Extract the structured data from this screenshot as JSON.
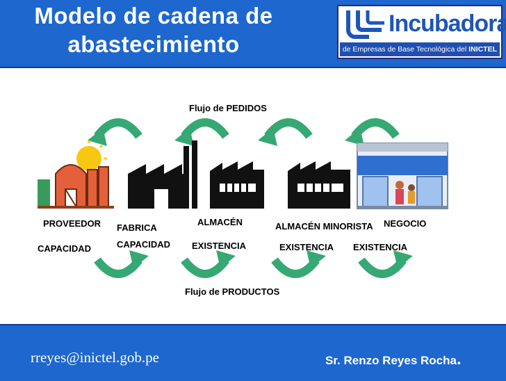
{
  "header": {
    "title_line1": "Modelo de cadena de",
    "title_line2": "abastecimiento",
    "logo_name": "Incubadora",
    "logo_tagline": "de Empresas de Base Tecnológica del",
    "logo_org": "INICTEL"
  },
  "diagram": {
    "flow_orders": "Flujo de PEDIDOS",
    "flow_products": "Flujo de PRODUCTOS",
    "nodes": [
      {
        "name": "PROVEEDOR",
        "measure": "CAPACIDAD"
      },
      {
        "name": "FABRICA",
        "measure": "CAPACIDAD"
      },
      {
        "name": "ALMACÉN",
        "measure": "EXISTENCIA"
      },
      {
        "name": "ALMACÉN MINORISTA",
        "measure": "EXISTENCIA"
      },
      {
        "name": "NEGOCIO",
        "measure": "EXISTENCIA"
      }
    ],
    "colors": {
      "arrow": "#35a873",
      "farm": "#e4603a",
      "sun": "#f8c810",
      "shop": "#2e6fd0",
      "building": "#111111"
    }
  },
  "footer": {
    "email": "rreyes@inictel.gob.pe",
    "author": "Sr. Renzo Reyes Rocha",
    "author_dot": "."
  }
}
